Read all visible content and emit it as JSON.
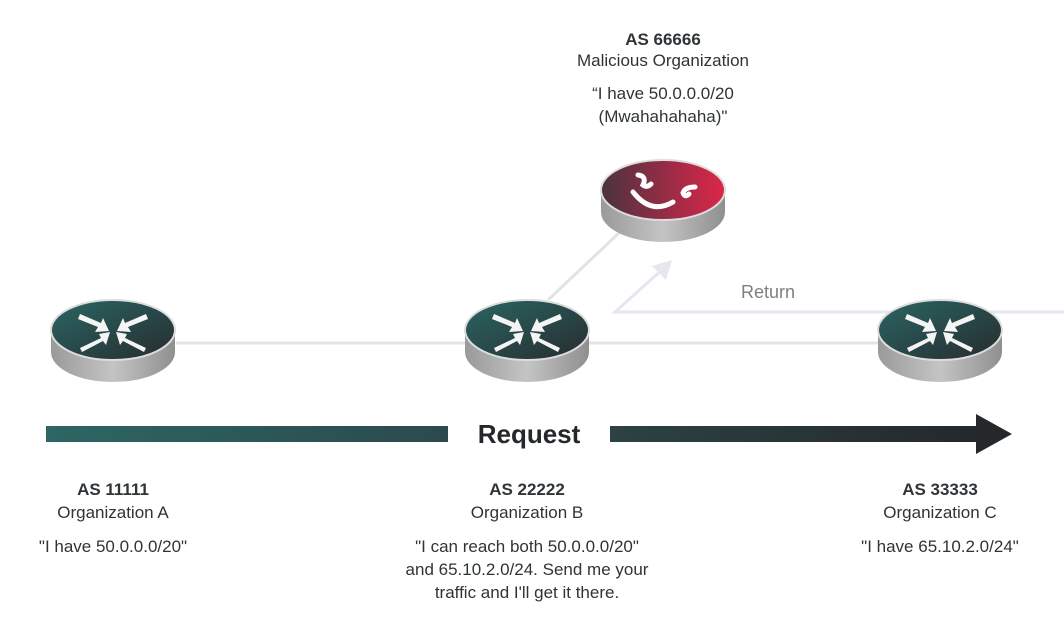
{
  "malicious": {
    "as": "AS 66666",
    "org": "Malicious Organization",
    "quote_lines": [
      "“I have 50.0.0.0/20",
      "(Mwahahahaha)\""
    ]
  },
  "node_a": {
    "as": "AS 11111",
    "org": "Organization A",
    "quote_lines": [
      "\"I have 50.0.0.0/20\""
    ]
  },
  "node_b": {
    "as": "AS 22222",
    "org": "Organization B",
    "quote_lines": [
      "\"I can reach both 50.0.0.0/20\"",
      "and 65.10.2.0/24. Send me your",
      "traffic and I'll get it there."
    ]
  },
  "node_c": {
    "as": "AS 33333",
    "org": "Organization C",
    "quote_lines": [
      "\"I have 65.10.2.0/24\""
    ]
  },
  "flow": {
    "request_label": "Request",
    "return_label": "Return"
  },
  "colors": {
    "router_teal": "#2a5d5d",
    "router_dark": "#2b2f33",
    "malicious_red": "#d6264a",
    "malicious_dark": "#4a3340"
  }
}
